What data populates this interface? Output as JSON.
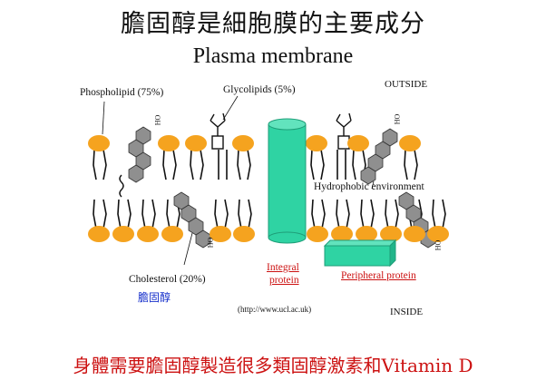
{
  "slide": {
    "title": "膽固醇是細胞膜的主要成分",
    "subtitle": "Plasma membrane",
    "footer": "身體需要膽固醇製造很多類固醇激素和Vitamin D"
  },
  "labels": {
    "phospholipid": "Phospholipid (75%)",
    "glycolipids": "Glycolipids (5%)",
    "outside": "OUTSIDE",
    "inside": "INSIDE",
    "hydrophobic": "Hydrophobic environment",
    "cholesterol": "Cholesterol (20%)",
    "cholesterol_cn": "膽固醇",
    "integral_line1": "Integral",
    "integral_line2": "protein",
    "peripheral": "Peripheral protein",
    "source": "(http://www.ucl.ac.uk)",
    "ho": "HO"
  },
  "colors": {
    "lipid_head": "#f5a31f",
    "cholesterol": "#8f8f8f",
    "protein": "#2fd3a3",
    "label_red": "#cc1111",
    "label_blue": "#1a33cc"
  }
}
